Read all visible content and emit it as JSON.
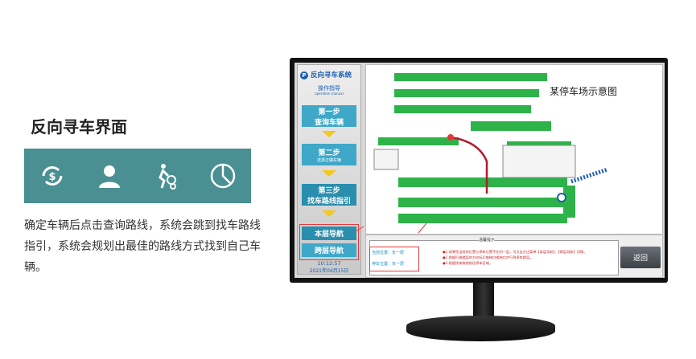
{
  "heading": "反向寻车界面",
  "icons": [
    "money-cycle-icon",
    "user-icon",
    "person-gears-icon",
    "pie-chart-icon"
  ],
  "description": "确定车辆后点击查询路线，系统会跳到找车路线指引，系统会规划出最佳的路线方式找到自己车辆。",
  "kiosk": {
    "app_title": "反向寻车系统",
    "guide": "操作指导",
    "guide_en": "operation manual",
    "steps": [
      {
        "title": "第一步",
        "label": "查询车辆"
      },
      {
        "title": "第二步",
        "label": "选择正确车辆"
      },
      {
        "title": "第三步",
        "label": "找车路线指引"
      }
    ],
    "nav_same_floor": "本层导航",
    "nav_cross_floor": "跨层导航",
    "time": "10:12:57",
    "date": "2021年04月15日",
    "map_title": "某停车场示意图",
    "tips_title": "温馨提示",
    "current_location": "当前位置：负一层",
    "parking_location": "停车位置：负一层",
    "tips": [
      "●1.如果您当前的位置与停车位置不在同一层，可点击左边菜单【本层导航】、【跨层导航】切换。",
      "●2.根据扫描楼层的方向标识电梯口楼梯口步行到停车楼层。",
      "●3.根据找车路线前往停车区域。"
    ],
    "back_button": "返回"
  },
  "colors": {
    "band": "#4a8f92",
    "step": "#3fa8c8",
    "parking": "#2db34a",
    "highlight": "#e23b3b"
  }
}
